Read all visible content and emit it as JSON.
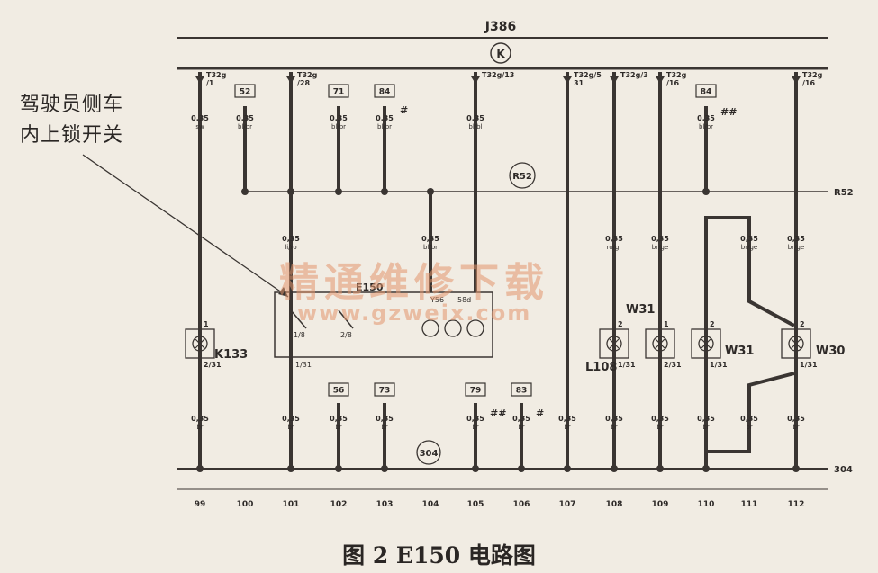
{
  "unit_label": "J386",
  "unit_symbol": "K",
  "bus_top_label": "R52",
  "bus_top_right_label": "R52",
  "bus_bottom_label": "304",
  "bus_bottom_right_label": "304",
  "annotation": "驾驶员侧车\n内上锁开关",
  "caption": "图 2   E150 电路图",
  "watermark_cn": "精通维修下载",
  "watermark_url": "www.gzweix.com",
  "module_label": "E150",
  "module_pins": [
    "1/8",
    "2/8"
  ],
  "module_lamps": [
    "Y56",
    "58d"
  ],
  "columns": [
    "99",
    "100",
    "101",
    "102",
    "103",
    "104",
    "105",
    "106",
    "107",
    "108",
    "109",
    "110",
    "111",
    "112"
  ],
  "connectors_top": [
    {
      "l1": "T32g",
      "l2": "/1"
    },
    {
      "l1": "T32g",
      "l2": "/28"
    },
    {
      "l1": "T32g/13",
      "l2": ""
    },
    {
      "l1": "T32g/5",
      "l2": "31"
    },
    {
      "l1": "T32g/3",
      "l2": ""
    },
    {
      "l1": "T32g",
      "l2": "/16"
    },
    {
      "l1": "T32g",
      "l2": "/16"
    }
  ],
  "boxes_top": [
    "52",
    "71",
    "84",
    "84"
  ],
  "boxes_bottom": [
    "56",
    "73",
    "79",
    "83"
  ],
  "marks": [
    "#",
    "##",
    "##",
    "#"
  ],
  "wires_upper": [
    {
      "size": "0,35",
      "color": "sw"
    },
    {
      "size": "0,35",
      "color": "bl/br"
    },
    {
      "size": "0,35",
      "color": "bl/br"
    },
    {
      "size": "0,35",
      "color": "bl/br"
    },
    {
      "size": "0,35",
      "color": "bl/bl"
    },
    {
      "size": "0,35",
      "color": "bl/br"
    }
  ],
  "wires_mid": [
    {
      "size": "0,35",
      "color": "li/ro"
    },
    {
      "size": "0,35",
      "color": "bl/br"
    },
    {
      "size": "0,35",
      "color": "ro/gr"
    },
    {
      "size": "0,35",
      "color": "br/ge"
    },
    {
      "size": "0,35",
      "color": "br/ge"
    },
    {
      "size": "0,35",
      "color": "br/ge"
    }
  ],
  "wires_lower": [
    {
      "size": "0,35",
      "color": "br"
    },
    {
      "size": "0,35",
      "color": "br"
    },
    {
      "size": "0,35",
      "color": "br"
    },
    {
      "size": "0,35",
      "color": "br"
    },
    {
      "size": "0,35",
      "color": "br"
    },
    {
      "size": "0,35",
      "color": "br"
    },
    {
      "size": "0,35",
      "color": "br"
    },
    {
      "size": "0,35",
      "color": "br"
    },
    {
      "size": "0,35",
      "color": "br"
    },
    {
      "size": "0,35",
      "color": "br"
    },
    {
      "size": "0,35",
      "color": "br"
    },
    {
      "size": "0,35",
      "color": "br"
    }
  ],
  "components": [
    {
      "name": "K133",
      "pin_top": "1",
      "pin_bottom": "2/31"
    },
    {
      "name": "L108",
      "pin_top": "2",
      "pin_bottom": "1/31"
    },
    {
      "name": "W31",
      "pin_top": "1",
      "pin_bottom": "2/31"
    },
    {
      "name": "W31",
      "pin_top": "2",
      "pin_bottom": "1/31"
    },
    {
      "name": "W30",
      "pin_top": "2",
      "pin_bottom": "1/31"
    }
  ],
  "w31_upper_label": "W31",
  "e150_pin_bottom": "1/31"
}
